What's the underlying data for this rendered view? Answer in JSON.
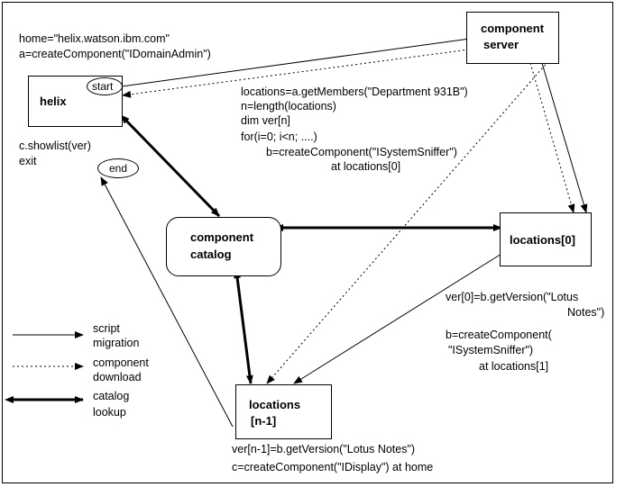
{
  "nodes": {
    "helix": "helix",
    "start": "start",
    "end": "end",
    "component_server": [
      "component",
      "server"
    ],
    "component_catalog": [
      "component",
      "catalog"
    ],
    "locations_0": "locations[0]",
    "locations_n1": [
      "locations",
      "[n-1]"
    ]
  },
  "annotations": {
    "home_script": [
      "home=\"helix.watson.ibm.com\"",
      "a=createComponent(\"IDomainAdmin\")"
    ],
    "locations_script": [
      "locations=a.getMembers(\"Department 931B\")",
      "n=length(locations)",
      "dim ver[n]",
      "for(i=0; i<n; ....)",
      "b=createComponent(\"ISystemSniffer\")",
      "at locations[0]"
    ],
    "showlist_script": [
      "c.showlist(ver)",
      "exit"
    ],
    "ver0_script": [
      "ver[0]=b.getVersion(\"Lotus",
      "Notes\")",
      "b=createComponent(",
      "\"ISystemSniffer\")",
      "at locations[1]"
    ],
    "vern_script": [
      "ver[n-1]=b.getVersion(\"Lotus Notes\")",
      "c=createComponent(\"IDisplay\") at home"
    ]
  },
  "legend": [
    {
      "style": "thin-solid",
      "label": [
        "script",
        "migration"
      ]
    },
    {
      "style": "dotted",
      "label": [
        "component",
        "download"
      ]
    },
    {
      "style": "thick-double",
      "label": [
        "catalog",
        "lookup"
      ]
    }
  ]
}
